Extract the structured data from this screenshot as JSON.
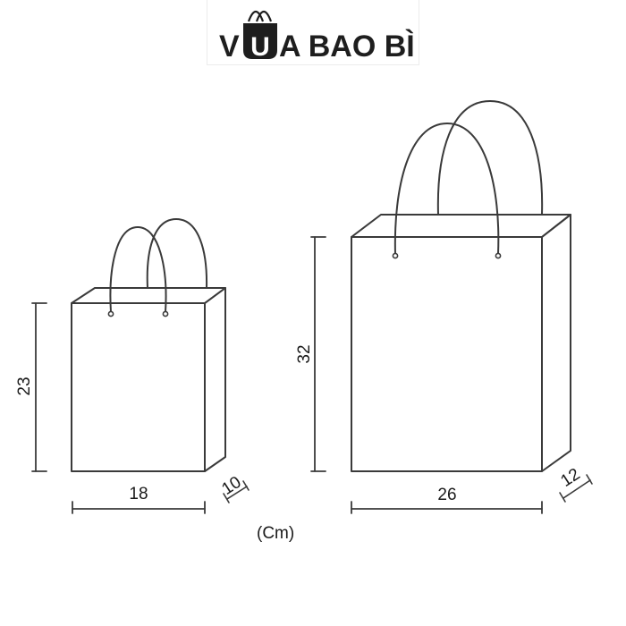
{
  "brand": {
    "name": "VỪA BAO BÌ",
    "letter_before_icon": "V",
    "icon_letter": "U",
    "text_after_icon": "A BAO BÌ",
    "logo_icon": "shopping-bag-icon",
    "text_color": "#1e1e1e"
  },
  "diagram": {
    "unit_label": "(Cm)",
    "line_color": "#3a3a3a",
    "bags": [
      {
        "name": "small-bag",
        "height_label": "23",
        "width_label": "18",
        "depth_label": "10"
      },
      {
        "name": "large-bag",
        "height_label": "32",
        "width_label": "26",
        "depth_label": "12"
      }
    ]
  }
}
